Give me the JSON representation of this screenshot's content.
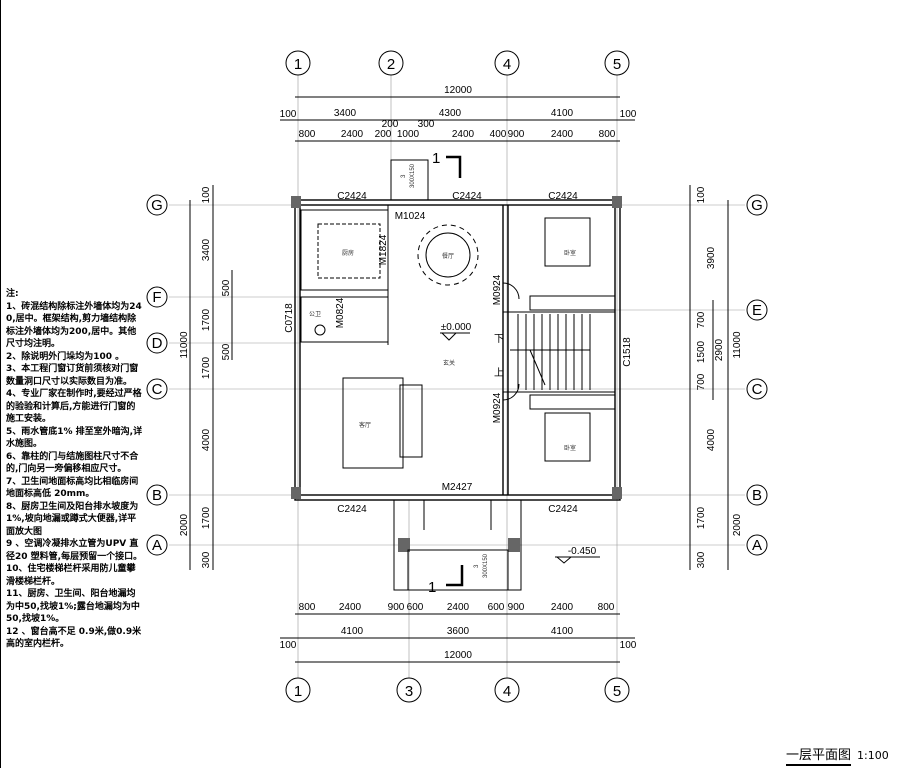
{
  "drawing": {
    "title": "一层平面图",
    "scale": "1:100"
  },
  "notes": {
    "heading": "注:",
    "items": [
      "1、砖混结构除标注外墙体均为240,居中。框架结构,剪力墙结构除标注外墙体均为200,居中。其他尺寸均注明。",
      "2、除说明外门垛均为100 。",
      "3、本工程门窗订货前须核对门窗数量洞口尺寸以实际数目为准。",
      "4、专业厂家在制作时,要经过严格的验验和计算后,方能进行门窗的施工安装。",
      "5、雨水管底1% 排至室外暗沟,详水施图。",
      "6、靠柱的门与结施图柱尺寸不合的,门向另一旁偏移相应尺寸。",
      "7、卫生间地面标高均比相临房间地面标高低 20mm。",
      "8、厨房卫生间及阳台排水坡度为1%,坡向地漏或蹲式大便器,详平面放大图",
      "9 、空调冷凝排水立管为UPV 直径20 塑料管,每层预留一个接口。",
      "10、住宅楼梯栏杆采用防儿童攀滑楼梯栏杆。",
      "11、厨房、卫生间、阳台地漏均为中50,找坡1%;露台地漏均为中50,找坡1%。",
      "12 、窗台高不足 0.9米,做0.9米高的室内栏杆。"
    ]
  },
  "axes": {
    "top": [
      "1",
      "2",
      "4",
      "5"
    ],
    "bottom": [
      "1",
      "3",
      "4",
      "5"
    ],
    "left": [
      "G",
      "F",
      "D",
      "C",
      "B",
      "A"
    ],
    "right": [
      "G",
      "E",
      "C",
      "B",
      "A"
    ]
  },
  "dims": {
    "top_total": "12000",
    "top_mid": [
      "100",
      "3400",
      "4300",
      "4100",
      "100"
    ],
    "top_detail": [
      "800",
      "2400",
      "200",
      "1000",
      "2400",
      "400",
      "900",
      "2400",
      "800",
      "200",
      "300"
    ],
    "bottom_detail": [
      "800",
      "2400",
      "900",
      "600",
      "2400",
      "600",
      "900",
      "2400",
      "800"
    ],
    "bottom_mid": [
      "100",
      "4100",
      "3600",
      "4100",
      "100"
    ],
    "bottom_total": "12000",
    "left_inner": [
      "100",
      "3400",
      "1700",
      "1700",
      "4000",
      "1700",
      "300"
    ],
    "left_outer": [
      "500",
      "500"
    ],
    "left_total": [
      "11000",
      "2000"
    ],
    "right_inner": [
      "100",
      "3900",
      "700",
      "1500",
      "700",
      "4000",
      "1700",
      "300"
    ],
    "right_mid": [
      "2900"
    ],
    "right_total": [
      "11000",
      "2000"
    ]
  },
  "windows": {
    "c2424": "C2424",
    "c0718": "C0718",
    "c1518": "C1518"
  },
  "doors": {
    "m1024": "M1024",
    "m1824": "M1824",
    "m0924": "M0924",
    "m0824": "M0824",
    "m2427": "M2427"
  },
  "rooms": {
    "kitchen": "厨房",
    "bath": "公卫",
    "dining": "餐厅",
    "entry": "玄关",
    "living": "客厅",
    "bedroom": "卧室"
  },
  "levels": {
    "floor": "±0.000",
    "outside": "-0.450"
  },
  "stairs": {
    "down": "下",
    "up": "上",
    "steps": "3",
    "step_size": "300X150"
  },
  "section": {
    "mark": "1"
  }
}
